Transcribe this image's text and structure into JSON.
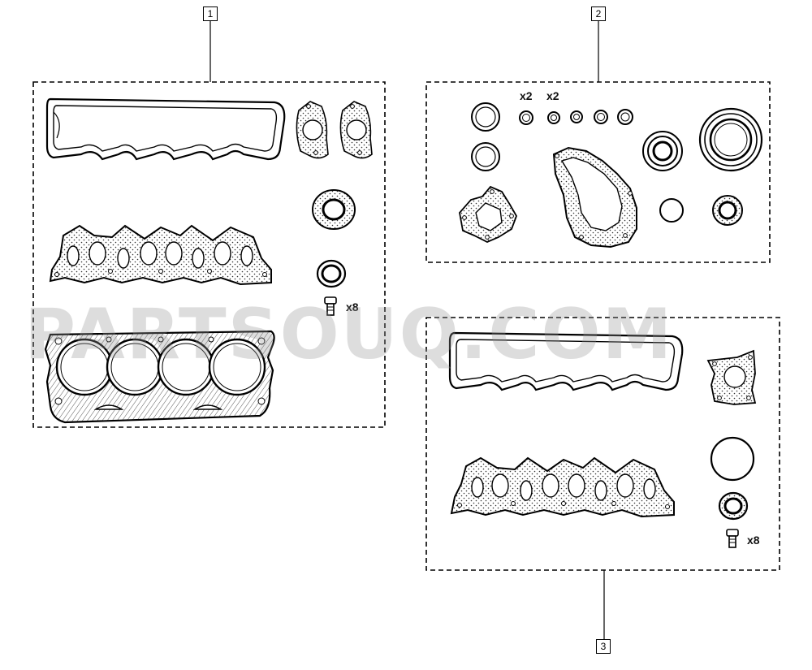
{
  "callouts": [
    "1",
    "2",
    "3"
  ],
  "quantities": {
    "kit1_bolt": "x8",
    "kit2_ring_a": "x2",
    "kit2_ring_b": "x2",
    "kit3_bolt": "x8"
  },
  "watermark": "PARTSOUQ.COM",
  "colors": {
    "line": "#000000",
    "gasket_fill": "#e6e6e6",
    "watermark": "#969696"
  },
  "icons": {
    "cover_gasket": "valve-cover-gasket-icon",
    "manifold_gasket": "manifold-gasket-icon",
    "head_gasket": "cylinder-head-gasket-icon",
    "oil_seal": "oil-seal-icon",
    "o_ring": "o-ring-icon",
    "bolt": "bolt-icon"
  }
}
